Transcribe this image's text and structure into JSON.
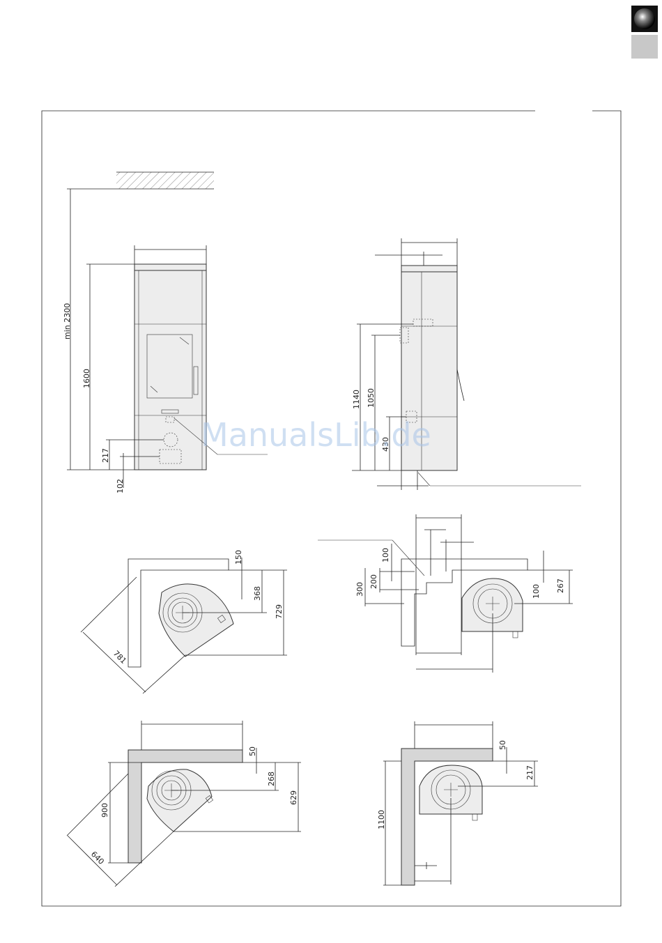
{
  "watermark": "ManualsLib.de",
  "dimensions": {
    "front": {
      "min_height": "min 2300",
      "height": "1600",
      "inlet": "217",
      "base": "102"
    },
    "side": {
      "h1": "1140",
      "h2": "1050",
      "h3": "430"
    },
    "corner_a": {
      "d1": "150",
      "d2": "368",
      "d3": "729",
      "diag": "781"
    },
    "corner_b": {
      "d1": "100",
      "d2": "200",
      "d3": "300",
      "d4": "100",
      "d5": "267"
    },
    "corner_c": {
      "d1": "50",
      "d2": "268",
      "d3": "629",
      "d4": "900",
      "diag": "640"
    },
    "corner_d": {
      "d1": "50",
      "d2": "217",
      "d3": "1100"
    }
  },
  "colors": {
    "line": "#222222",
    "stove_fill": "#ededed",
    "wall_fill": "#d6d6d6"
  }
}
